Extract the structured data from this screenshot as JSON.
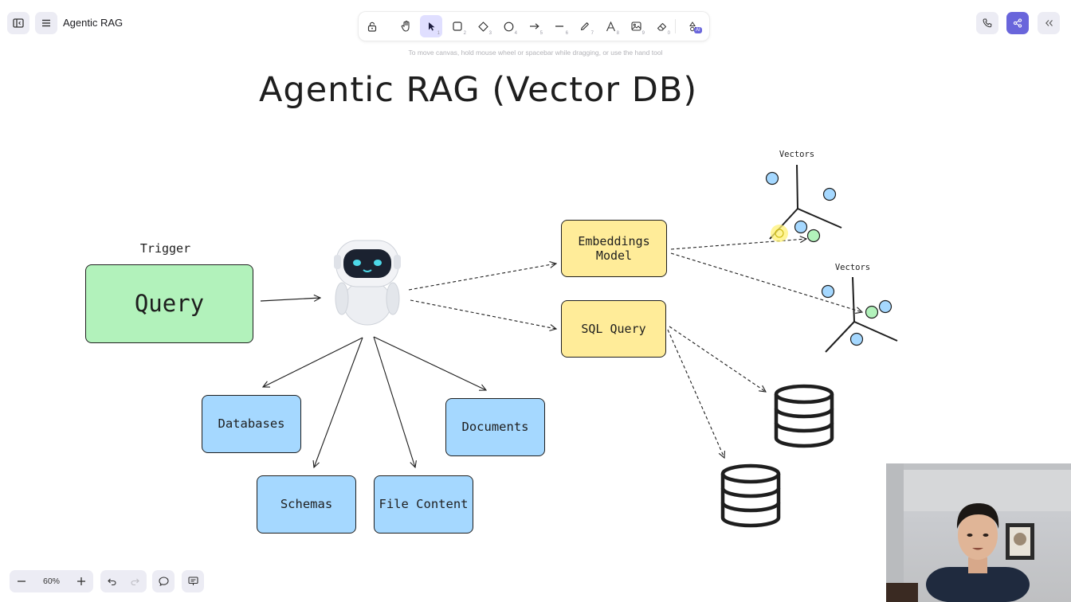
{
  "header": {
    "doc_title": "Agentic RAG",
    "sidebar_toggle_icon": "sidebar-icon",
    "menu_icon": "menu-icon"
  },
  "toolbar": {
    "tools": [
      {
        "name": "lock",
        "icon": "lock-icon",
        "shortcut": ""
      },
      {
        "name": "hand",
        "icon": "hand-icon",
        "shortcut": ""
      },
      {
        "name": "selection",
        "icon": "pointer-icon",
        "shortcut": "1",
        "active": true
      },
      {
        "name": "rectangle",
        "icon": "rectangle-icon",
        "shortcut": "2"
      },
      {
        "name": "diamond",
        "icon": "diamond-icon",
        "shortcut": "3"
      },
      {
        "name": "ellipse",
        "icon": "ellipse-icon",
        "shortcut": "4"
      },
      {
        "name": "arrow",
        "icon": "arrow-icon",
        "shortcut": "5"
      },
      {
        "name": "line",
        "icon": "line-icon",
        "shortcut": "6"
      },
      {
        "name": "draw",
        "icon": "pencil-icon",
        "shortcut": "7"
      },
      {
        "name": "text",
        "icon": "text-icon",
        "shortcut": "8"
      },
      {
        "name": "image",
        "icon": "image-icon",
        "shortcut": "9"
      },
      {
        "name": "eraser",
        "icon": "eraser-icon",
        "shortcut": "0"
      },
      {
        "name": "more",
        "icon": "shapes-icon",
        "shortcut": "",
        "badge": "AI"
      }
    ],
    "hint": "To move canvas, hold mouse wheel or spacebar while dragging, or use the hand tool"
  },
  "top_right": {
    "call_icon": "phone-icon",
    "share_icon": "share-icon",
    "collapse_icon": "double-chevron-left-icon",
    "accent": "#6965db"
  },
  "canvas": {
    "title": "Agentic RAG (Vector DB)",
    "trigger_label": "Trigger",
    "query_label": "Query",
    "embeddings_label_line1": "Embeddings",
    "embeddings_label_line2": "Model",
    "sql_label": "SQL Query",
    "databases_label": "Databases",
    "documents_label": "Documents",
    "schemas_label": "Schemas",
    "file_content_label": "File Content",
    "vectors_label_1": "Vectors",
    "vectors_label_2": "Vectors",
    "colors": {
      "green_box": "#b2f2bb",
      "yellow_box": "#ffec99",
      "blue_box": "#a5d8ff",
      "vector_blue": "#a5d8ff",
      "vector_green": "#b2f2bb"
    }
  },
  "footer": {
    "zoom_out_icon": "minus-icon",
    "zoom_level": "60%",
    "zoom_in_icon": "plus-icon",
    "undo_icon": "undo-icon",
    "redo_icon": "redo-icon",
    "comment_icon": "chat-icon",
    "present_icon": "presentation-icon"
  }
}
